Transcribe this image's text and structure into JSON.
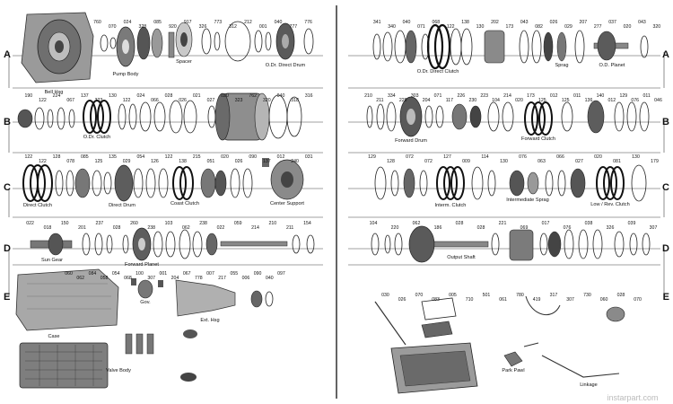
{
  "row_letters": [
    "A",
    "B",
    "C",
    "D",
    "E"
  ],
  "row_label_positions": [
    {
      "letter": "A",
      "side": "left"
    },
    {
      "letter": "A",
      "side": "right"
    },
    {
      "letter": "B",
      "side": "left"
    },
    {
      "letter": "B",
      "side": "right"
    },
    {
      "letter": "C",
      "side": "left"
    },
    {
      "letter": "C",
      "side": "right"
    },
    {
      "letter": "D",
      "side": "left"
    },
    {
      "letter": "D",
      "side": "right"
    },
    {
      "letter": "E",
      "side": "left"
    },
    {
      "letter": "E",
      "side": "right"
    }
  ],
  "component_captions": {
    "pump_body": "Pump Body",
    "spacer": "Spacer",
    "od_direct_drum": "O.Dr. Direct Drum",
    "od_direct_clutch": "O.Dr. Direct Clutch",
    "sprag": "Sprag",
    "od_planet": "O.D. Planet",
    "bell_hsg": "Bell Hsg",
    "od_clutch": "O.Dr. Clutch",
    "forward_drum": "Forward Drum",
    "forward_clutch": "Forward Clutch",
    "direct_clutch": "Direct Clutch",
    "direct_drum": "Direct Drum",
    "coast_clutch": "Coast Clutch",
    "center_support": "Center Support",
    "intermediate_sprag": "Intermediate Sprag",
    "low_rev_clutch": "Low / Rev. Clutch",
    "inter_clutch": "Interm. Clutch",
    "sun_gear": "Sun Gear",
    "forward_planet": "Forward Planet",
    "output_shaft": "Output Shaft",
    "case": "Case",
    "gov": "Gov.",
    "ext_hsg": "Ext. Hsg",
    "valve_body": "Valve Body",
    "park_pawl": "Park Pawl",
    "linkage": "Linkage"
  },
  "part_numbers": {
    "row_a_left": [
      "760",
      "070",
      "024",
      "328",
      "085",
      "920",
      "917",
      "326",
      "773",
      "312",
      "212",
      "001",
      "040",
      "777",
      "776"
    ],
    "row_a_right": [
      "341",
      "340",
      "040",
      "071",
      "068",
      "122",
      "138",
      "130",
      "202",
      "173",
      "043",
      "082",
      "026",
      "029",
      "207",
      "277",
      "037",
      "020",
      "043",
      "320"
    ],
    "row_b_left": [
      "190",
      "122",
      "224",
      "067",
      "137",
      "323",
      "130",
      "122",
      "024",
      "066",
      "028",
      "026",
      "021",
      "027",
      "020",
      "323",
      "762",
      "320",
      "040",
      "318",
      "316"
    ],
    "row_b_right": [
      "210",
      "211",
      "334",
      "229",
      "303",
      "204",
      "071",
      "117",
      "226",
      "230",
      "223",
      "104",
      "214",
      "020",
      "173",
      "125",
      "012",
      "125",
      "011",
      "136",
      "140",
      "012",
      "129",
      "076",
      "011",
      "046"
    ],
    "row_c_left": [
      "122",
      "122",
      "128",
      "078",
      "085",
      "125",
      "135",
      "029",
      "054",
      "126",
      "122",
      "138",
      "215",
      "051",
      "020",
      "026",
      "090",
      "137",
      "012",
      "240",
      "031"
    ],
    "row_c_right": [
      "129",
      "128",
      "072",
      "072",
      "127",
      "009",
      "114",
      "130",
      "076",
      "063",
      "066",
      "027",
      "020",
      "081",
      "130",
      "179"
    ],
    "row_d_left": [
      "022",
      "018",
      "150",
      "201",
      "237",
      "028",
      "260",
      "238",
      "103",
      "062",
      "238",
      "022",
      "059",
      "214",
      "210",
      "211",
      "154"
    ],
    "row_d_right": [
      "104",
      "220",
      "062",
      "186",
      "028",
      "028",
      "221",
      "069",
      "017",
      "076",
      "038",
      "326",
      "039",
      "307"
    ],
    "row_e_left": [
      "060",
      "062",
      "084",
      "058",
      "054",
      "068",
      "100",
      "307",
      "001",
      "204",
      "067",
      "778",
      "007",
      "217",
      "055",
      "006",
      "090",
      "040",
      "097"
    ],
    "row_e_right": [
      "030",
      "026",
      "070",
      "083",
      "005",
      "710",
      "501",
      "061",
      "780",
      "419",
      "317",
      "307",
      "730",
      "060",
      "028",
      "070"
    ]
  },
  "watermark": "instarpart.com"
}
